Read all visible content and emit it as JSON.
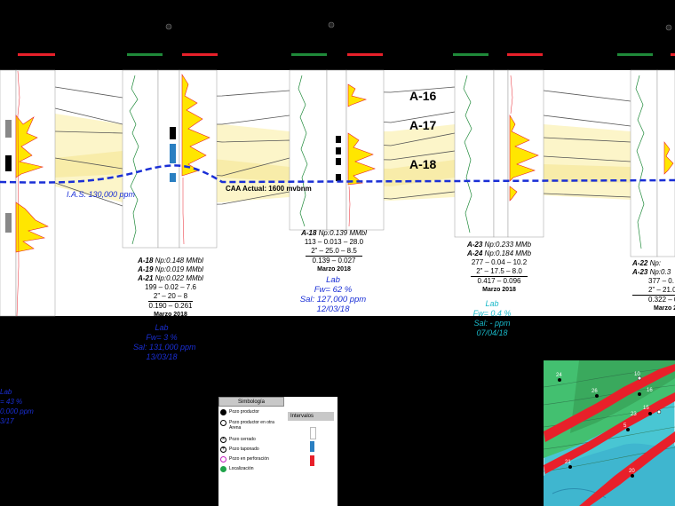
{
  "horizons": [
    {
      "label": "A-16"
    },
    {
      "label": "A-17"
    },
    {
      "label": "A-18"
    }
  ],
  "contact_label": "CAA Actual: 1600 mvbnm",
  "ias_label": "I.A.S. 130,000 ppm",
  "wells": [
    {
      "production": [
        {
          "name": "A-18",
          "np": "Np:0.148 MMbl"
        },
        {
          "name": "A-19",
          "np": "Np:0.019 MMbl"
        },
        {
          "name": "A-21",
          "np": "Np:0.022 MMbl"
        }
      ],
      "line1": "199 – 0.02 – 7.6",
      "line2": "2” – 20 – 8",
      "line3": "0.190 – 0.261",
      "date": "Marzo 2018",
      "lab": {
        "title": "Lab",
        "fw": "Fw= 3 %",
        "sal": "Sal: 131,000 ppm",
        "date": "13/03/18",
        "color": "#1a2fd6"
      }
    },
    {
      "production": [
        {
          "name": "A-18",
          "np": "Np:0.139 MMbl"
        }
      ],
      "line1": "113 – 0.013 – 28.0",
      "line2": "2” – 25.0 – 8.5",
      "line3": "0.139 – 0.027",
      "date": "Marzo 2018",
      "lab": {
        "title": "Lab",
        "fw": "Fw= 62 %",
        "sal": "Sal: 127,000 ppm",
        "date": "12/03/18",
        "color": "#1a2fd6"
      }
    },
    {
      "production": [
        {
          "name": "A-23",
          "np": "Np:0.233 MMb"
        },
        {
          "name": "A-24",
          "np": "Np:0.184 MMb"
        }
      ],
      "line1": "277 – 0.04 – 10.2",
      "line2": "2” – 17.5 – 8.0",
      "line3": "0.417 – 0.096",
      "date": "Marzo 2018",
      "lab": {
        "title": "Lab",
        "fw": "Fw= 0.4 %",
        "sal": "Sal: - ppm",
        "date": "07/04/18",
        "color": "#19b8c8"
      }
    },
    {
      "production": [
        {
          "name": "A-22",
          "np": "Np:"
        },
        {
          "name": "A-23",
          "np": "Np:0.3"
        }
      ],
      "line1": "377 – 0.",
      "line2": "2” – 21.0",
      "line3": "0.322 – 0",
      "date": "Marzo 2"
    }
  ],
  "left_lab": {
    "title": "Lab",
    "fw": "= 43 %",
    "sal": "0,000 ppm",
    "date": "3/17"
  },
  "legend": {
    "title": "Simbología",
    "items": [
      {
        "label": "Pozo productor",
        "symbol": "filled-dot-icon"
      },
      {
        "label": "Pozo productor en otra Arena",
        "symbol": "open-dot-icon"
      },
      {
        "label": "Pozo cerrado",
        "symbol": "x-circle-icon"
      },
      {
        "label": "Pozo taponado",
        "symbol": "plus-circle-icon"
      },
      {
        "label": "Pozo en perforación",
        "symbol": "magenta-circle-icon"
      },
      {
        "label": "Localización",
        "symbol": "green-dot-icon"
      }
    ],
    "intervals_title": "Intervalos",
    "interval_colors": [
      "#ffffff",
      "#2a7fc1",
      "#e8202a"
    ]
  },
  "map": {
    "labels": [
      "24",
      "10",
      "26",
      "16",
      "15",
      "23",
      "5",
      "21",
      "20"
    ]
  },
  "colors": {
    "background": "#000000",
    "panel": "#ffffff",
    "correlation_dash": "#1a2fd6",
    "resistivity_fill": "#ffe600",
    "resistivity_line": "#e8202a",
    "gr_line": "#1f8a3a",
    "zone_band": "#fbf3c0"
  }
}
